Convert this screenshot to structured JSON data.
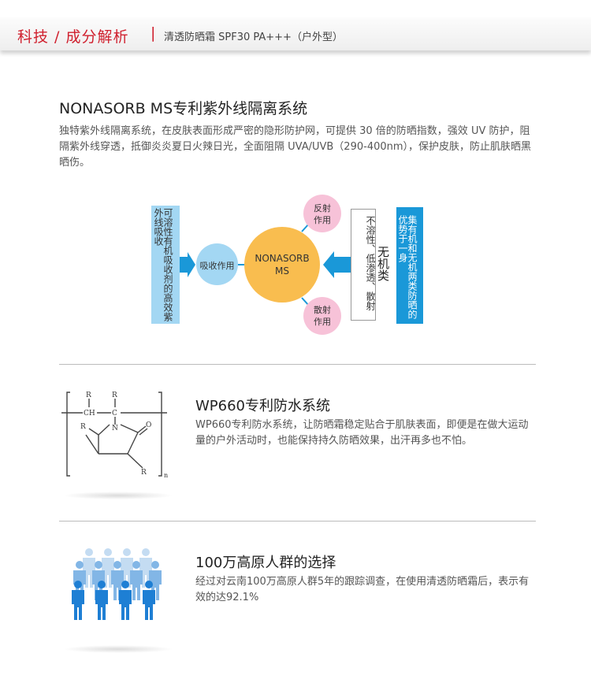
{
  "header": {
    "title": "科技 / 成分解析",
    "separator": "|",
    "subtitle": "清透防晒霜 SPF30 PA+++（户外型）"
  },
  "section1": {
    "title": "NONASORB MS专利紫外线隔离系统",
    "body": "独特紫外线隔离系统，在皮肤表面形成严密的隐形防护网，可提供 30 倍的防晒指数，强效 UV 防护，阻隔紫外线穿透，抵御炎炎夏日火辣日光，全面阻隔 UVA/UVB（290-400nm），保护皮肤，防止肌肤晒黑晒伤。",
    "diagram": {
      "left_box": "可溶性有机吸收剂的高效紫外线吸收",
      "absorb_label": "吸收作用",
      "center": "NONASORB MS",
      "reflect_label": "反射作用",
      "scatter_label": "散射作用",
      "insoluble_label": "不溶性、低渗透、散射",
      "inorganic_label": "无机类",
      "right_box": "集有机和无机两类防晒的优势于一身",
      "colors": {
        "light_blue": "#a3d7f3",
        "dark_blue": "#1a98d8",
        "orange": "#f9bd4f",
        "pink": "#f7c2d8"
      }
    }
  },
  "section2": {
    "title": "WP660专利防水系统",
    "body": "WP660专利防水系统，让防晒霜稳定贴合于肌肤表面，即便是在做大运动量的户外活动时，也能保持持久防晒效果，出汗再多也不怕。",
    "formula": {
      "r": "R",
      "ch": "CH",
      "c": "C",
      "n": "N",
      "o": "O",
      "sub_n": "n"
    }
  },
  "section3": {
    "title": "100万高原人群的选择",
    "body": "经过对云南100万高原人群5年的跟踪调查，在使用清透防晒霜后，表示有效的达92.1%"
  }
}
